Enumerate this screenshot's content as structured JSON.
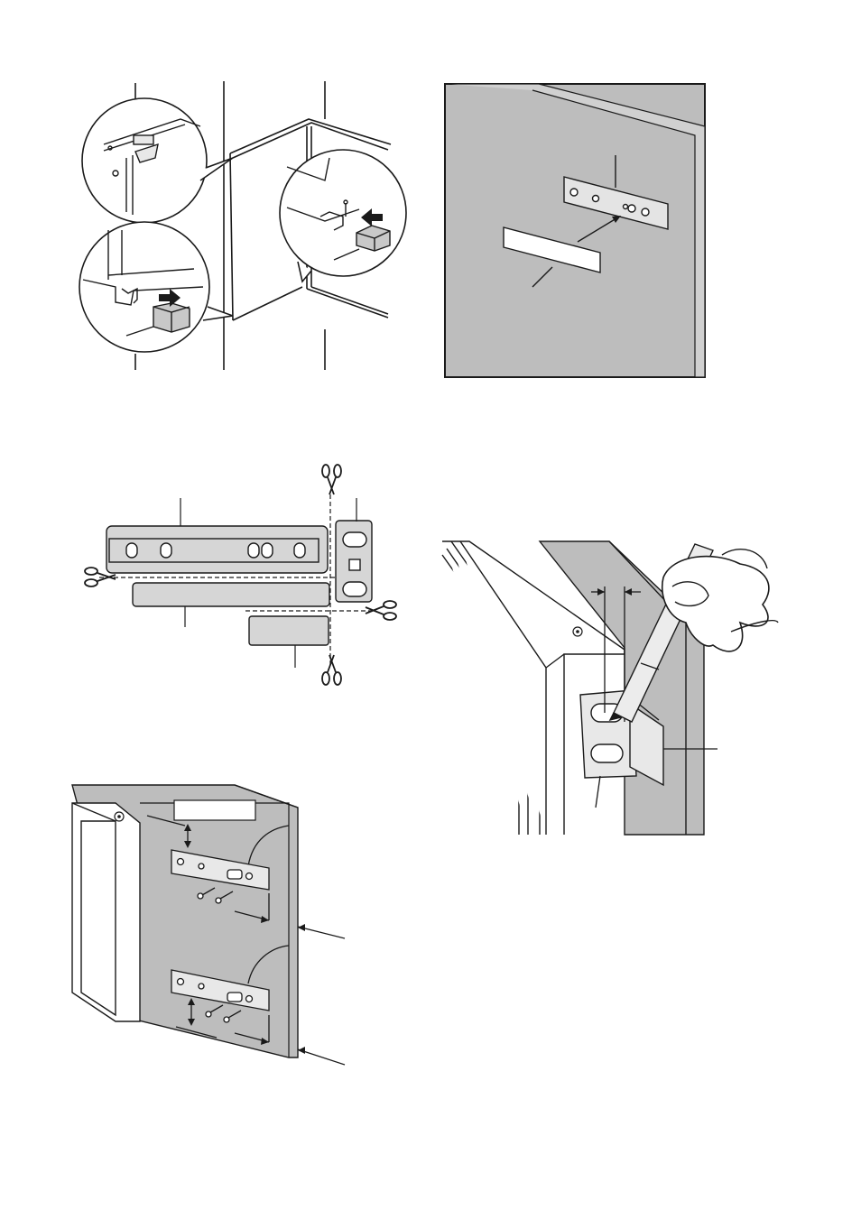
{
  "page": {
    "background": "#ffffff"
  },
  "palette": {
    "stroke": "#1a1a1a",
    "panel_gray": "#bdbdbd",
    "part_gray": "#d6d6d6",
    "light_gray": "#e8e8e8",
    "white": "#ffffff"
  },
  "figures": [
    {
      "id": "fig-spacer-install",
      "description_icon": "hinge-spacer-insert-icon"
    },
    {
      "id": "fig-guide-marking-on-door",
      "description_icon": "door-guide-template-icon"
    },
    {
      "id": "fig-cut-template-parts",
      "description_icon": "scissors-icon"
    },
    {
      "id": "fig-pencil-marking",
      "description_icon": "pencil-icon"
    },
    {
      "id": "fig-screw-mounting",
      "description_icon": "screw-icon"
    }
  ]
}
